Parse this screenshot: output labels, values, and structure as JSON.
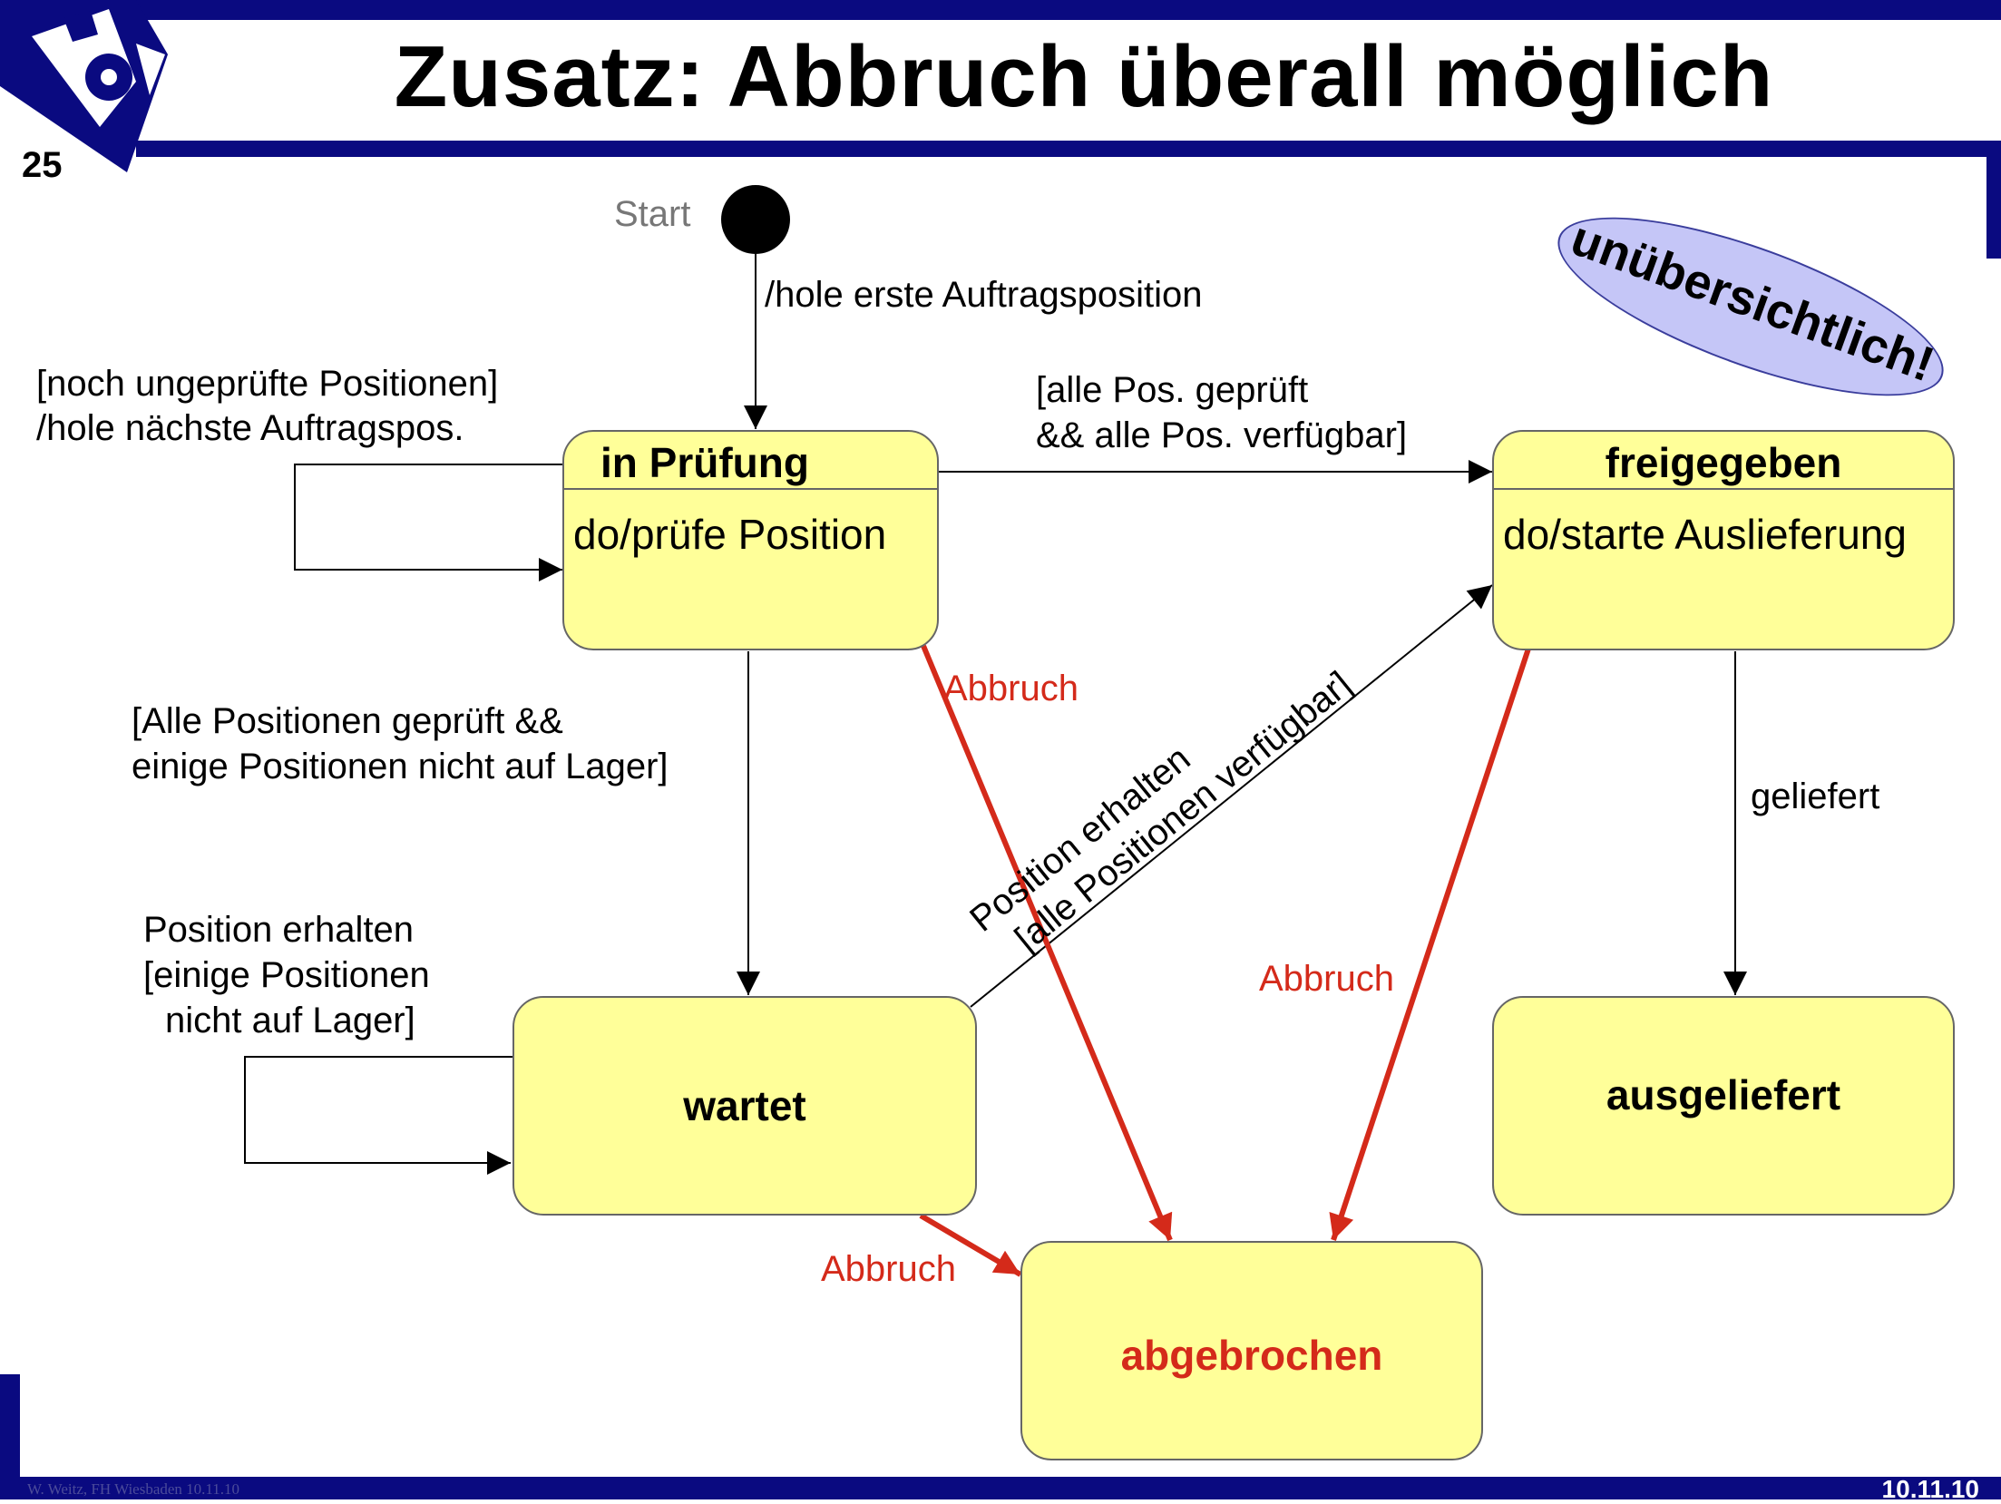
{
  "slide": {
    "title": "Zusatz: Abbruch überall möglich",
    "number": "25",
    "footer_author": "W. Weitz, FH Wiesbaden 10.11.10",
    "footer_date": "10.11.10",
    "note": "unübersichtlich!"
  },
  "diagram": {
    "start_label": "Start",
    "states": {
      "in_pruefung": {
        "name": "in Prüfung",
        "activity": "do/prüfe Position"
      },
      "freigegeben": {
        "name": "freigegeben",
        "activity": "do/starte Auslieferung"
      },
      "wartet": {
        "name": "wartet"
      },
      "ausgeliefert": {
        "name": "ausgeliefert"
      },
      "abgebrochen": {
        "name": "abgebrochen"
      }
    },
    "transitions": {
      "initial": "/hole erste Auftragsposition",
      "self_pruefung": [
        "[noch ungeprüfte Positionen]",
        "/hole nächste Auftragspos."
      ],
      "to_freigegeben": [
        "[alle Pos. geprüft",
        "&& alle Pos. verfügbar]"
      ],
      "to_wartet": [
        "[Alle Positionen geprüft &&",
        "einige Positionen nicht auf Lager]"
      ],
      "self_wartet": [
        "Position erhalten",
        "[einige Positionen",
        "nicht auf Lager]"
      ],
      "wartet_to_freigegeben": [
        "Position erhalten",
        "[alle Positionen verfügbar]"
      ],
      "geliefert": "geliefert",
      "abbruch": "Abbruch"
    },
    "colors": {
      "state_fill": "#ffff99",
      "cancel": "#d42a1a",
      "frame": "#0a0a80",
      "note_fill": "#c5c6f7"
    }
  }
}
